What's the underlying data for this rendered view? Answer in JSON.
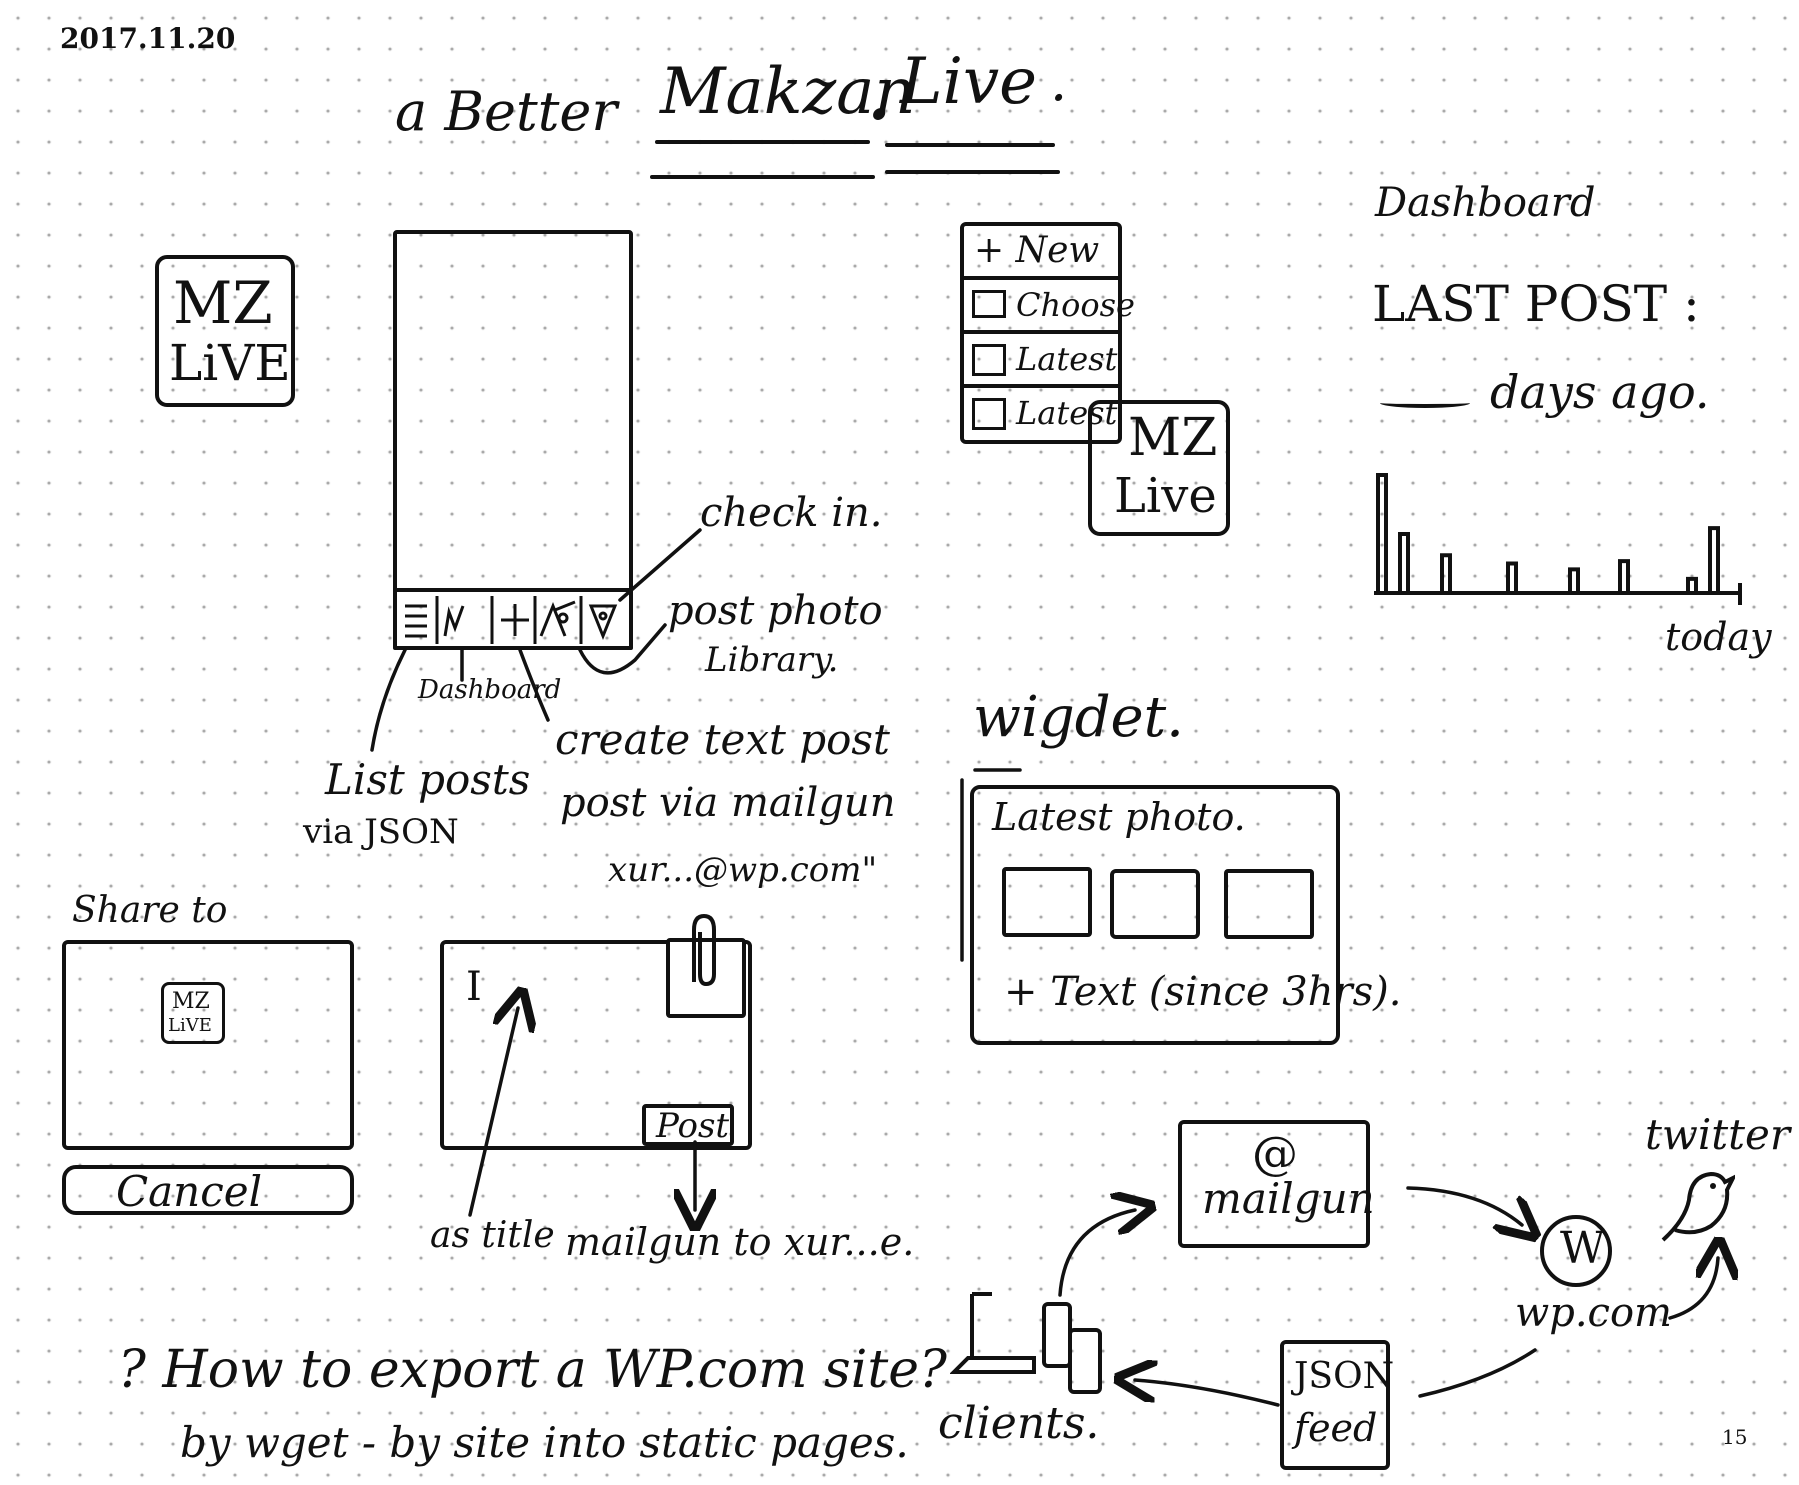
{
  "date": "2017.11.20",
  "title": {
    "prefix": "a Better",
    "word1": "Makzan",
    "dot": ".",
    "word2": "Live",
    "end": "."
  },
  "logo": {
    "line1": "MZ",
    "line2": "LiVE"
  },
  "phone": {
    "labels": {
      "check_in": "check in.",
      "post_photo": "post photo",
      "library": "Library.",
      "dashboard": "Dashboard",
      "create_text": "create text post",
      "post_via": "post via mailgun",
      "email": "xur...@wp.com\"",
      "list_posts": "List posts",
      "via_json": "via JSON"
    }
  },
  "menu": {
    "items": [
      "+ New",
      "Choose",
      "Latest",
      "Latest"
    ],
    "logo_line1": "MZ",
    "logo_line2": "Live"
  },
  "dashboard": {
    "title": "Dashboard",
    "last_post": "LAST POST :",
    "days_ago": "days ago.",
    "today": "today",
    "bars": [
      1.0,
      0.5,
      0.32,
      0.25,
      0.2,
      0.27,
      0.12,
      0.55
    ]
  },
  "widget": {
    "heading": "wigdet.",
    "latest_photo": "Latest photo.",
    "text_line": "+ Text (since 3hrs)."
  },
  "share": {
    "title": "Share to",
    "logo_line1": "MZ",
    "logo_line2": "LiVE",
    "cancel": "Cancel"
  },
  "compose": {
    "cursor": "I",
    "post": "Post",
    "as_title": "as title",
    "mailgun_to": "mailgun to xur...e."
  },
  "flow": {
    "at": "@",
    "mailgun": "mailgun",
    "wp": "W",
    "wp_com": "wp.com",
    "twitter": "twitter",
    "json": "JSON",
    "feed": "feed",
    "clients": "clients."
  },
  "question": {
    "line1": "? How to export a WP.com site?",
    "line2": "by wget - by site into static pages."
  },
  "page_number": "15"
}
